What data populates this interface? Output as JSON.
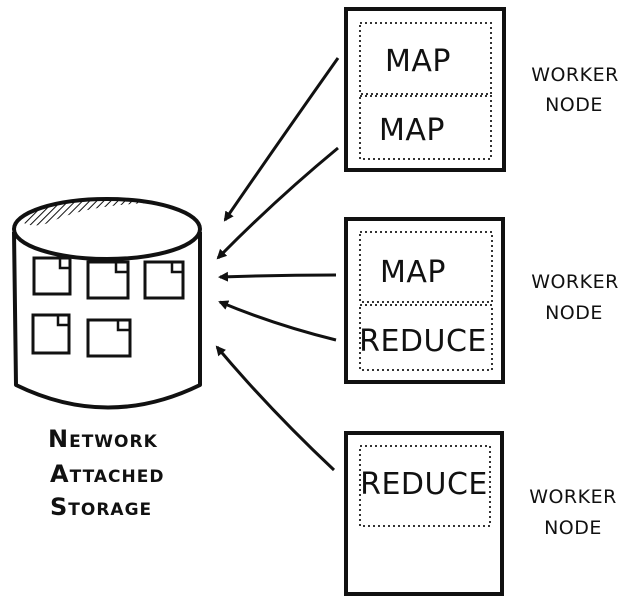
{
  "storage": {
    "label_lines": [
      {
        "initial": "N",
        "rest": "ETWORK"
      },
      {
        "initial": "A",
        "rest": "TTACHED"
      },
      {
        "initial": "S",
        "rest": "TORAGE"
      }
    ]
  },
  "worker_nodes": [
    {
      "label_line1": "WORKER",
      "label_line2": "NODE",
      "slots": [
        "MAP",
        "MAP"
      ]
    },
    {
      "label_line1": "WORKER",
      "label_line2": "NODE",
      "slots": [
        "MAP",
        "REDUCE"
      ]
    },
    {
      "label_line1": "WORKER",
      "label_line2": "NODE",
      "slots": [
        "REDUCE"
      ]
    }
  ],
  "colors": {
    "ink": "#111111",
    "background": "#ffffff",
    "lid_hatch": "#111111"
  }
}
